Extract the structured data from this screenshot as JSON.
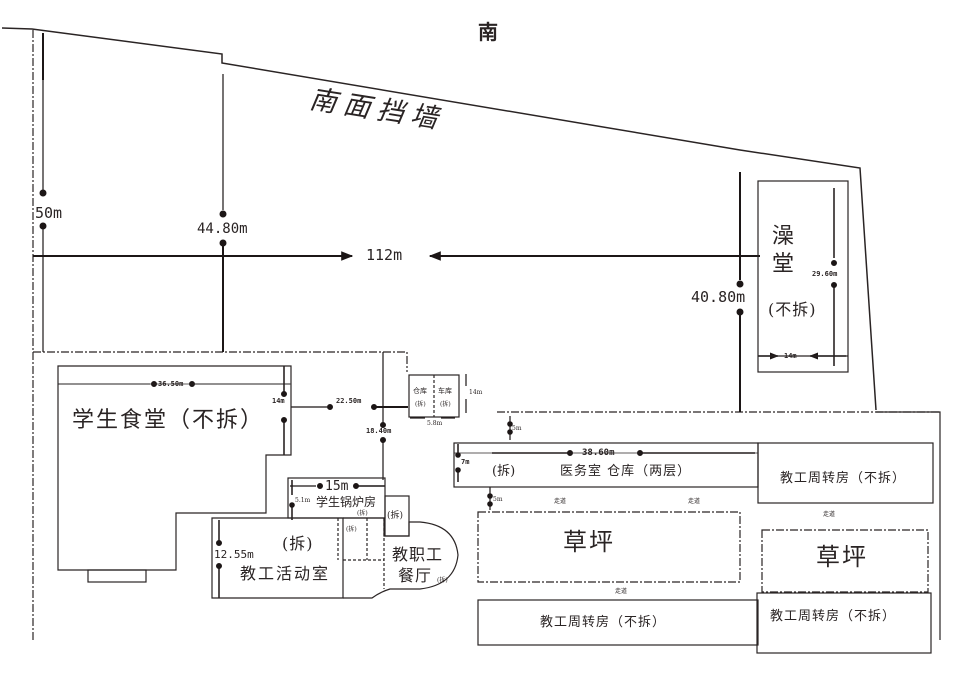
{
  "title": {
    "compass": "南",
    "wall": "南面挡墙"
  },
  "dimensions": {
    "west_depth": "50m",
    "mid_depth": "44.80m",
    "total_width": "112m",
    "east_depth": "40.80m",
    "bathhouse_length": "29.60m",
    "bathhouse_width": "14m",
    "canteen_width": "36.50m",
    "canteen_depth": "14m",
    "canteen_to_junction": "22.50m",
    "junction_to_boiler": "18.40m",
    "boiler_width": "15m",
    "boiler_depth": "5.1m",
    "activity_depth": "12.55m",
    "clinic_width": "38.60m",
    "clinic_depth": "7m",
    "clinic_gap_north": "5m",
    "clinic_gap_south": "5m",
    "storage_depth": "14m",
    "storage_width": "5.8m"
  },
  "buildings": {
    "bathhouse": {
      "name_line1": "澡",
      "name_line2": "堂",
      "status": "(不拆)"
    },
    "student_canteen": {
      "name": "学生食堂（不拆）"
    },
    "storage": {
      "name": "仓库",
      "status": "(拆)"
    },
    "garage": {
      "name": "车库",
      "status": "(拆)"
    },
    "boiler": {
      "name": "学生锅炉房",
      "status": "(拆)"
    },
    "annex_a": {
      "status": "(拆)"
    },
    "annex_b": {
      "status": "(拆)"
    },
    "staff_activity": {
      "status": "(拆)",
      "name": "教工活动室"
    },
    "staff_dining": {
      "name_line1": "教职工",
      "name_line2": "餐厅",
      "status": "(拆)"
    },
    "clinic": {
      "status": "(拆)",
      "name": "医务室 仓库（两层）"
    },
    "staff_housing_east": {
      "name": "教工周转房（不拆）"
    },
    "staff_housing_south": {
      "name": "教工周转房（不拆）"
    },
    "staff_housing_se": {
      "name": "教工周转房（不拆）"
    }
  },
  "lawns": {
    "central": "草坪",
    "east": "草坪"
  },
  "walkways": {
    "w1": "走道",
    "w2": "走道",
    "w3": "走道",
    "w4": "走道"
  }
}
